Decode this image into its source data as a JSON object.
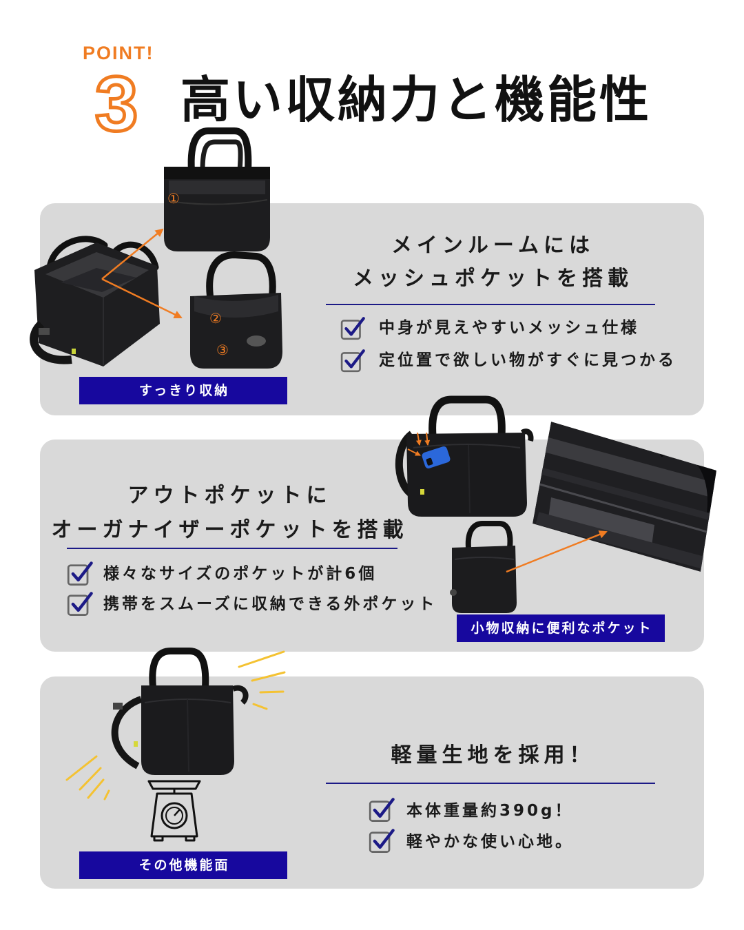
{
  "header": {
    "point_label": "POINT!",
    "point_number": "3",
    "title": "高い収納力と機能性"
  },
  "colors": {
    "accent_orange": "#f07c22",
    "panel_gray": "#d9d9d9",
    "label_blue": "#17089e",
    "divider_navy": "#1c1a86",
    "motion_yellow": "#f4c232"
  },
  "icons": {
    "check": "check-icon",
    "arrow": "arrow-icon",
    "scale": "scale-icon",
    "photo": "bag-photo"
  },
  "sections": [
    {
      "heading": [
        "メインルームには",
        "メッシュポケットを搭載"
      ],
      "features": [
        "中身が見えやすいメッシュ仕様",
        "定位置で欲しい物がすぐに見つかる"
      ],
      "photo_label": "すっきり収納",
      "callouts": [
        "①",
        "②",
        "③"
      ]
    },
    {
      "heading": [
        "アウトポケットに",
        "オーガナイザーポケットを搭載"
      ],
      "features": [
        "様々なサイズのポケットが計6個",
        "携帯をスムーズに収納できる外ポケット"
      ],
      "photo_label": "小物収納に便利なポケット"
    },
    {
      "heading": [
        "軽量生地を採用！"
      ],
      "features": [
        "本体重量約390g！",
        "軽やかな使い心地。"
      ],
      "photo_label": "その他機能面"
    }
  ]
}
